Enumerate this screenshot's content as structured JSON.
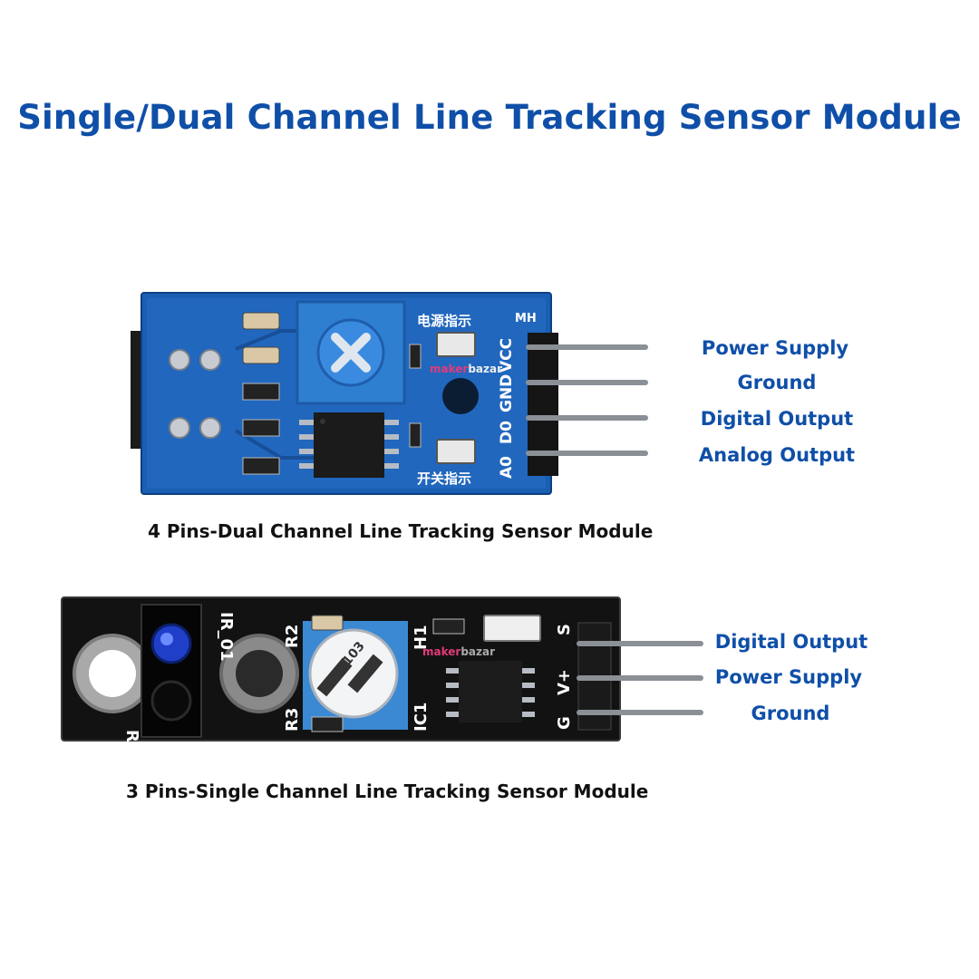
{
  "title": "Single/Dual Channel Line Tracking Sensor Module",
  "dual_module": {
    "caption": "4 Pins-Dual Channel Line Tracking Sensor Module",
    "pins": [
      "Power Supply",
      "Ground",
      "Digital Output",
      "Analog Output"
    ],
    "silkscreen": {
      "pin_vcc": "VCC",
      "pin_gnd": "GND",
      "pin_d0": "D0",
      "pin_a0": "A0",
      "header_mark": "MH",
      "power_led_label": "电源指示",
      "switch_led_label": "开关指示",
      "brand_maker": "maker",
      "brand_bazar": "bazar",
      "pcb_color": "#1a5fb4"
    }
  },
  "single_module": {
    "caption": "3 Pins-Single Channel Line Tracking Sensor Module",
    "pins": [
      "Digital Output",
      "Power Supply",
      "Ground"
    ],
    "silkscreen": {
      "pin_s": "S",
      "pin_v": "V+",
      "pin_g": "G",
      "ir_label": "IR_01",
      "r_label": "R",
      "r2_label": "R2",
      "r3_label": "R3",
      "ic_label": "IC1",
      "h1_label": "H1",
      "pot_label": "103",
      "brand_maker": "maker",
      "brand_bazar": "bazar",
      "pcb_color": "#121212"
    }
  },
  "colors": {
    "accent_blue": "#0f4fa8",
    "caption_black": "#111111"
  }
}
